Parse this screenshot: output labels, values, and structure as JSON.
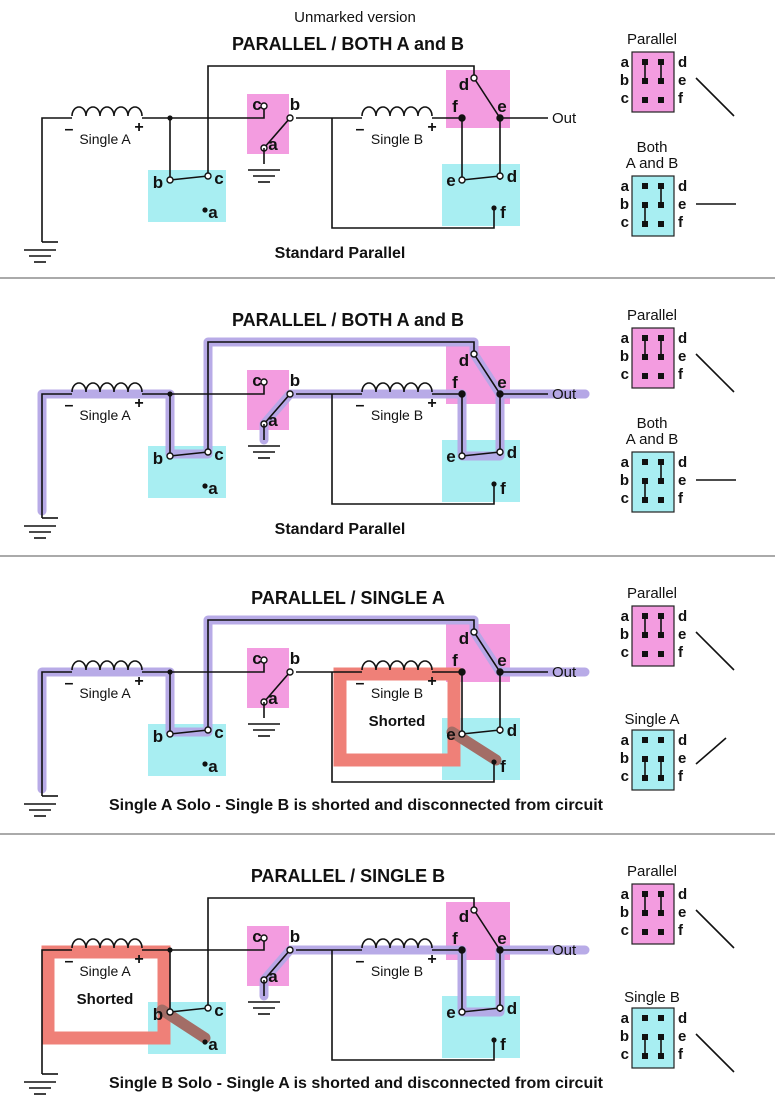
{
  "colors": {
    "pink": "#f39ce0",
    "cyan": "#a8eef2",
    "highlight": "#b4a6e6",
    "shorted": "#ef8078",
    "shorted_text": "#c0302a",
    "divider": "#555555"
  },
  "header": {
    "version_note": "Unmarked version"
  },
  "labels": {
    "single_a": "Single A",
    "single_b": "Single B",
    "out": "Out",
    "shorted": "Shorted",
    "minus": "–",
    "plus": "+",
    "parallel": "Parallel",
    "letters": {
      "a": "a",
      "b": "b",
      "c": "c",
      "d": "d",
      "e": "e",
      "f": "f"
    }
  },
  "panels": [
    {
      "title": "PARALLEL / BOTH A and B",
      "caption": "Standard Parallel",
      "switch_label_line1": "Both",
      "switch_label_line2": "A and B"
    },
    {
      "title": "PARALLEL / BOTH A and B",
      "caption": "Standard Parallel",
      "switch_label_line1": "Both",
      "switch_label_line2": "A and B"
    },
    {
      "title": "PARALLEL / SINGLE A",
      "caption": "Single A Solo - Single B is shorted and disconnected from circuit",
      "switch_label_line1": "Single A",
      "switch_label_line2": ""
    },
    {
      "title": "PARALLEL / SINGLE B",
      "caption": "Single B Solo - Single A is shorted and disconnected from circuit",
      "switch_label_line1": "Single B",
      "switch_label_line2": ""
    }
  ]
}
